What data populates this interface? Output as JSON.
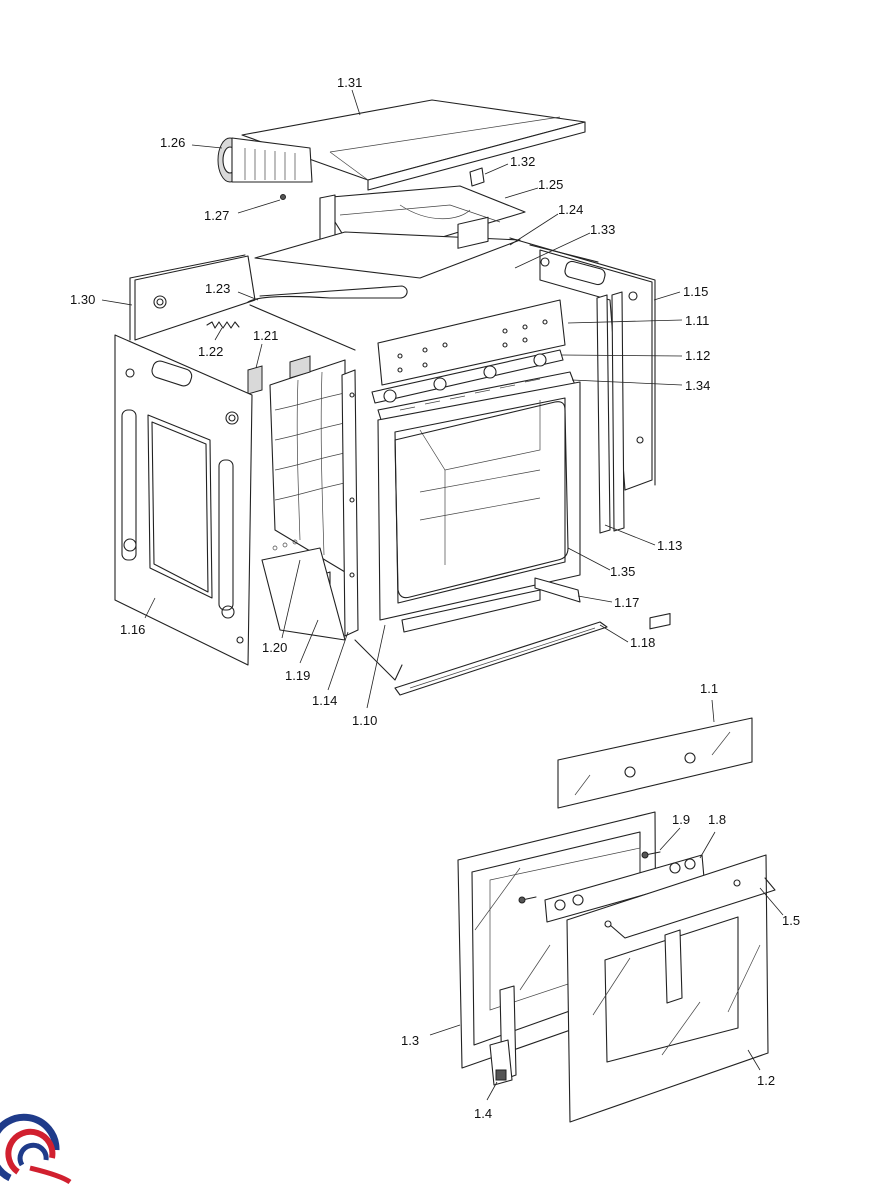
{
  "parts": {
    "p1_31": "1.31",
    "p1_26": "1.26",
    "p1_32": "1.32",
    "p1_25": "1.25",
    "p1_27": "1.27",
    "p1_24": "1.24",
    "p1_33": "1.33",
    "p1_30": "1.30",
    "p1_15": "1.15",
    "p1_23": "1.23",
    "p1_11": "1.11",
    "p1_21": "1.21",
    "p1_22": "1.22",
    "p1_12": "1.12",
    "p1_34": "1.34",
    "p1_13": "1.13",
    "p1_35": "1.35",
    "p1_17": "1.17",
    "p1_16": "1.16",
    "p1_20": "1.20",
    "p1_18": "1.18",
    "p1_19": "1.19",
    "p1_14": "1.14",
    "p1_10": "1.10",
    "p1_1": "1.1",
    "p1_9": "1.9",
    "p1_8": "1.8",
    "p1_5": "1.5",
    "p1_3": "1.3",
    "p1_2": "1.2",
    "p1_4": "1.4"
  },
  "logo": {
    "icon": "brand-swirl-logo-icon",
    "colors": {
      "blue": "#1f3b8a",
      "red": "#d1202f"
    }
  }
}
